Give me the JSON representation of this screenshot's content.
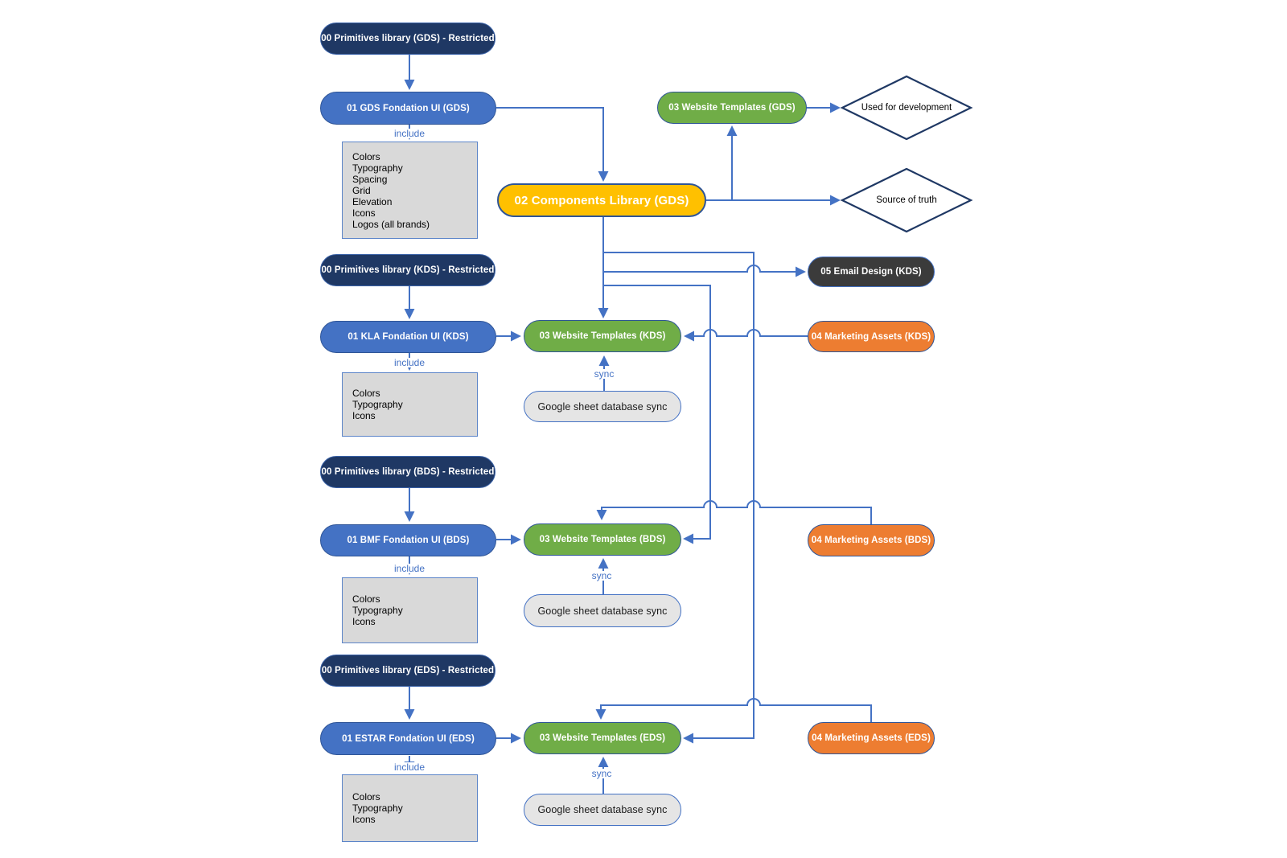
{
  "colors": {
    "navy_fill": "#1f3864",
    "blue_fill": "#4472c4",
    "green_fill": "#70ad47",
    "yellow_fill": "#ffc000",
    "orange_fill": "#ed7d31",
    "charcoal_fill": "#3b3b3b",
    "gray_box_fill": "#d9d9d9",
    "connector_blue": "#4472c4",
    "diamond_border_navy": "#1f3864"
  },
  "nodes": {
    "gds_primitives": "00 Primitives library (GDS) - Restricted",
    "gds_foundation": "01 GDS Fondation UI (GDS)",
    "gds_templates": "03 Website Templates (GDS)",
    "gds_components": "02 Components Library (GDS)",
    "used_for_development": "Used for development",
    "source_of_truth": "Source of truth",
    "kds_primitives": "00 Primitives library (KDS) - Restricted",
    "kds_foundation": "01 KLA Fondation UI (KDS)",
    "kds_templates": "03 Website Templates (KDS)",
    "kds_email": "05 Email Design (KDS)",
    "kds_marketing": "04 Marketing Assets (KDS)",
    "kds_sync": "Google sheet database sync",
    "bds_primitives": "00 Primitives library (BDS) - Restricted",
    "bds_foundation": "01 BMF Fondation UI (BDS)",
    "bds_templates": "03 Website Templates (BDS)",
    "bds_marketing": "04 Marketing Assets (BDS)",
    "bds_sync": "Google sheet database sync",
    "eds_primitives": "00 Primitives library (EDS) - Restricted",
    "eds_foundation": "01 ESTAR Fondation UI (EDS)",
    "eds_templates": "03 Website Templates (EDS)",
    "eds_marketing": "04 Marketing Assets (EDS)",
    "eds_sync": "Google sheet database sync"
  },
  "lists": {
    "gds_include": [
      "Colors",
      "Typography",
      "Spacing",
      "Grid",
      "Elevation",
      "Icons",
      "Logos (all brands)"
    ],
    "kds_include": [
      "Colors",
      "Typography",
      "Icons"
    ],
    "bds_include": [
      "Colors",
      "Typography",
      "Icons"
    ],
    "eds_include": [
      "Colors",
      "Typography",
      "Icons"
    ]
  },
  "edge_labels": {
    "include": "include",
    "sync": "sync"
  }
}
